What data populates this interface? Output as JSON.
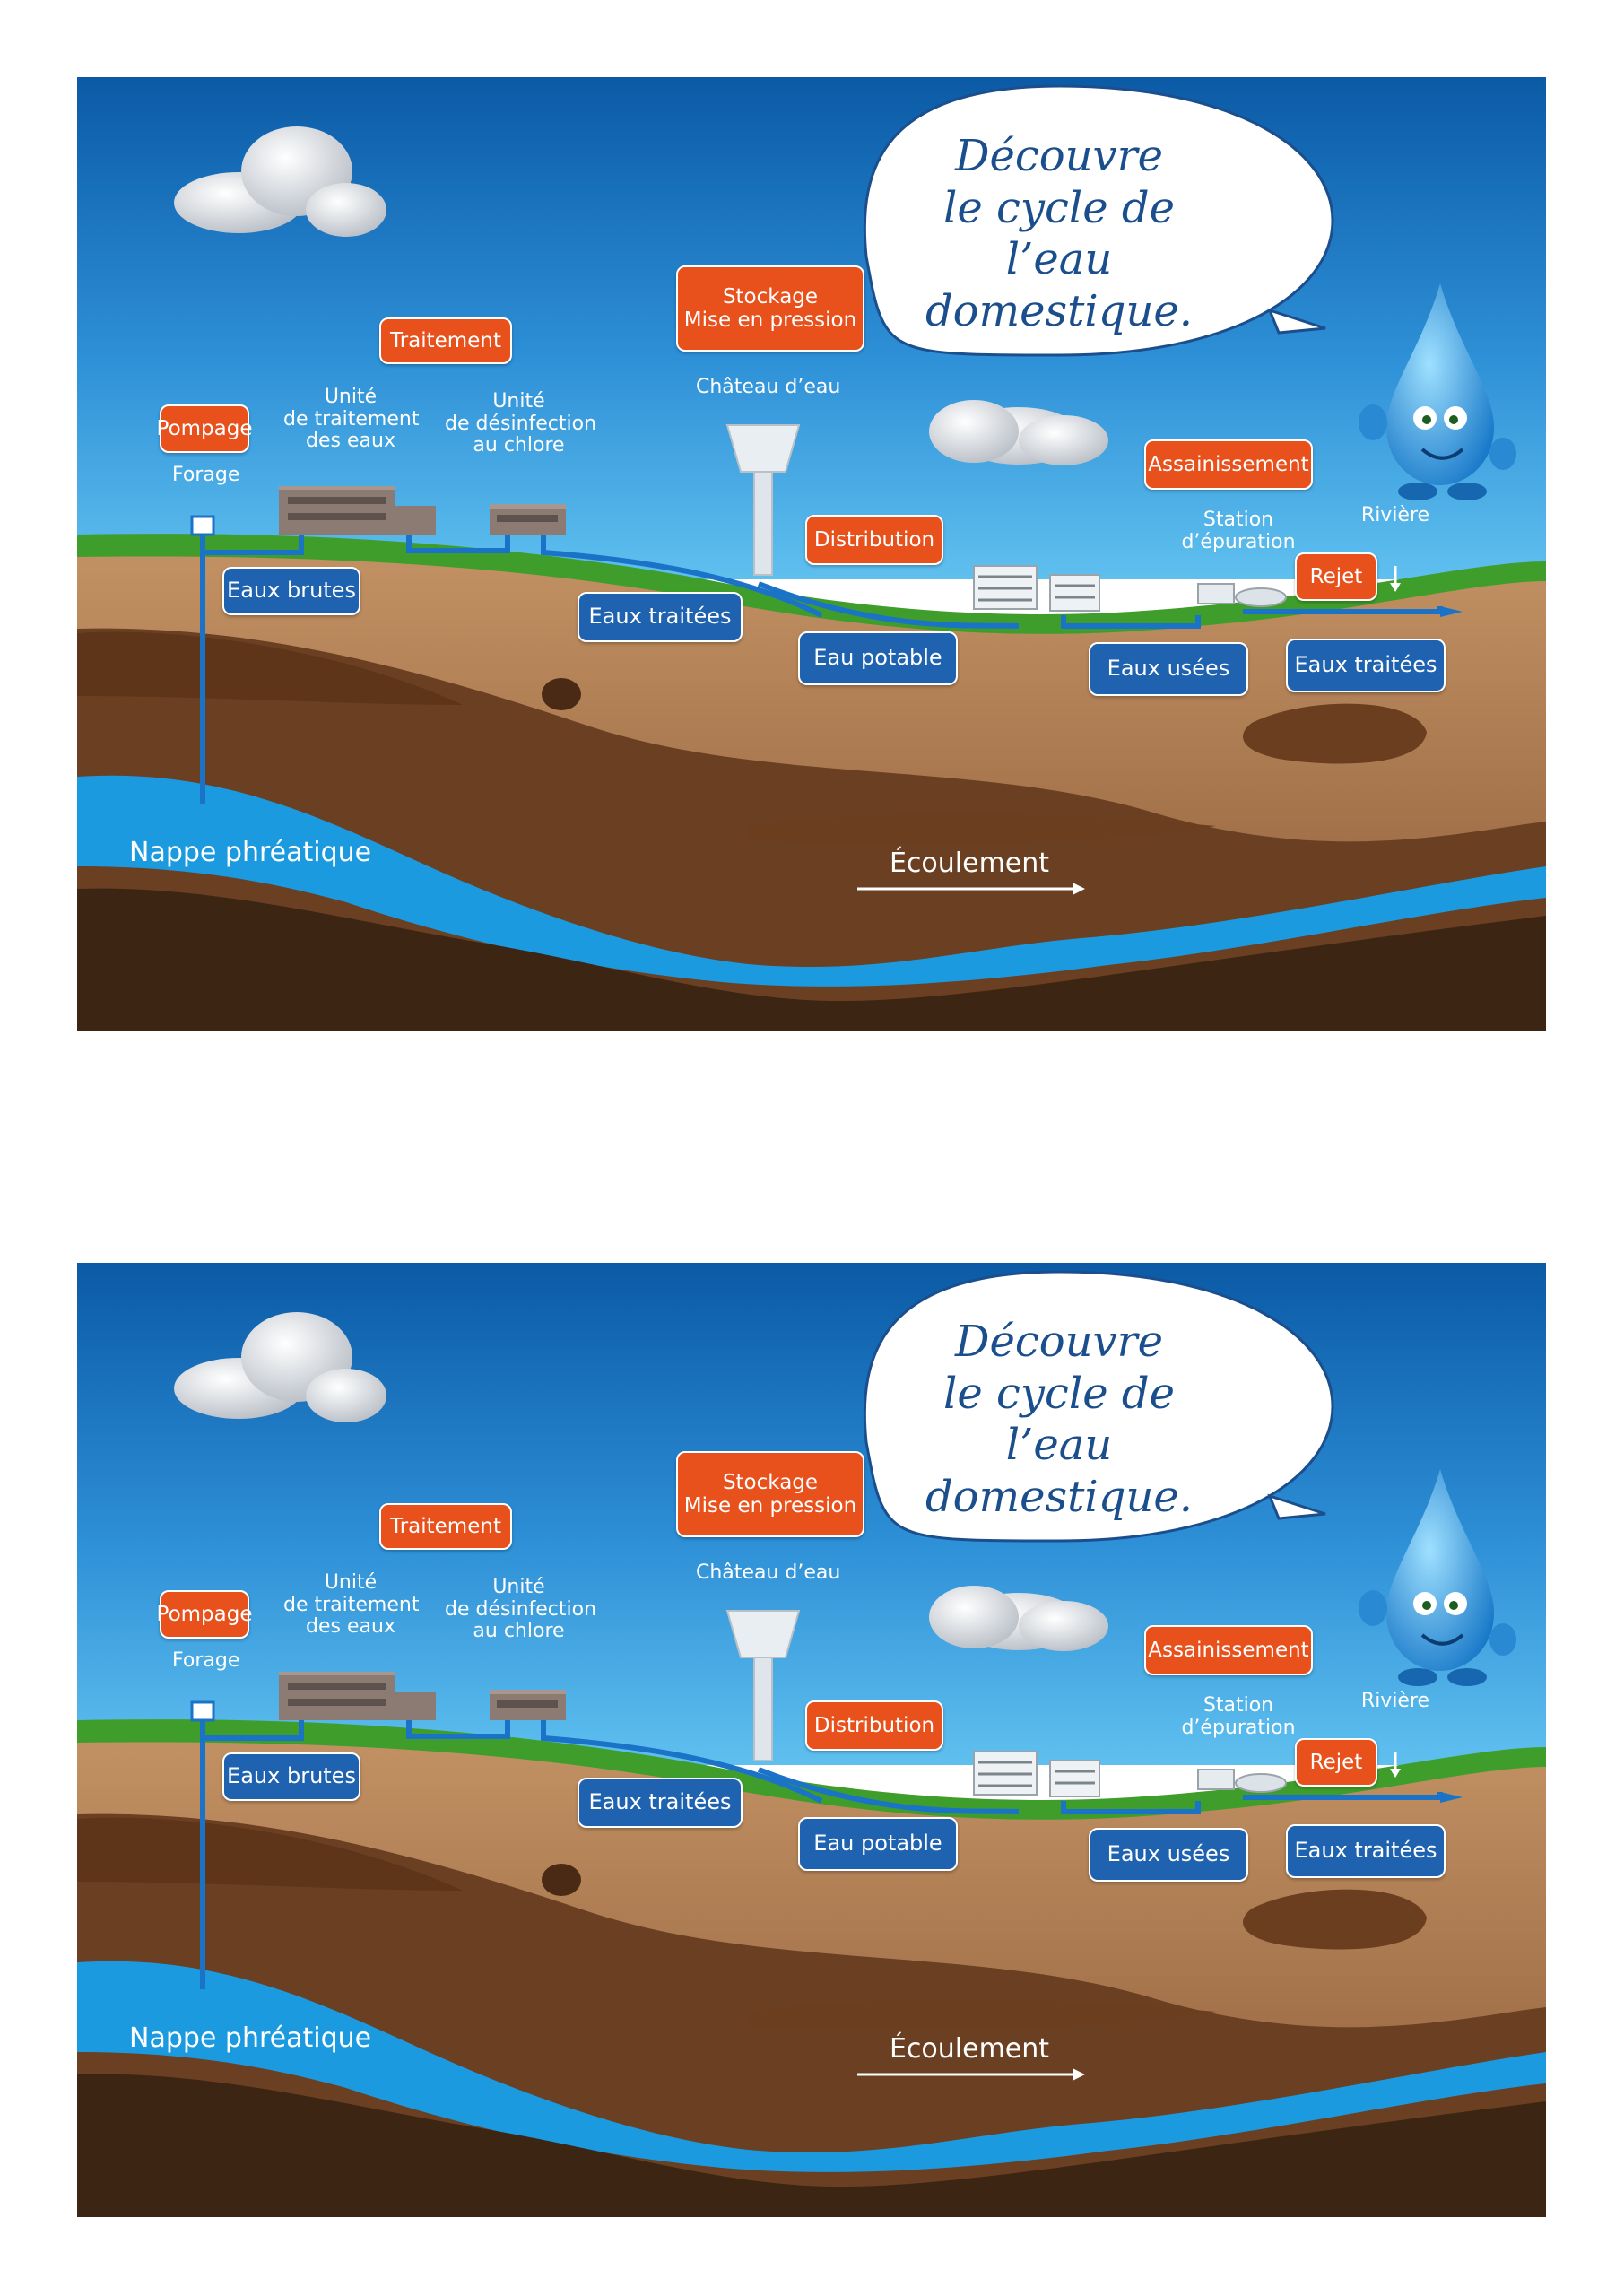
{
  "panels": [
    {
      "bubble": {
        "lines": [
          "Découvre",
          "le cycle de",
          "l’eau domestique."
        ]
      },
      "steps": {
        "pompage": "Pompage",
        "traitement": "Traitement",
        "stockage_line1": "Stockage",
        "stockage_line2": "Mise en pression",
        "distribution": "Distribution",
        "assainissement": "Assainissement",
        "rejet": "Rejet"
      },
      "sites": {
        "forage": "Forage",
        "unite_traitement": [
          "Unité",
          "de traitement",
          "des eaux"
        ],
        "unite_desinfection": [
          "Unité",
          "de désinfection",
          "au chlore"
        ],
        "chateau": "Château d’eau",
        "station": [
          "Station",
          "d’épuration"
        ],
        "riviere": "Rivière",
        "nappe": "Nappe phréatique",
        "ecoulement": "Écoulement"
      },
      "water_types": {
        "eaux_brutes": "Eaux brutes",
        "eaux_traitees_1": "Eaux traitées",
        "eau_potable": "Eau potable",
        "eaux_usees": "Eaux usées",
        "eaux_traitees_2": "Eaux traitées"
      }
    },
    {
      "bubble": {
        "lines": [
          "Découvre",
          "le cycle de",
          "l’eau domestique."
        ]
      },
      "steps": {
        "pompage": "Pompage",
        "traitement": "Traitement",
        "stockage_line1": "Stockage",
        "stockage_line2": "Mise en pression",
        "distribution": "Distribution",
        "assainissement": "Assainissement",
        "rejet": "Rejet"
      },
      "sites": {
        "forage": "Forage",
        "unite_traitement": [
          "Unité",
          "de traitement",
          "des eaux"
        ],
        "unite_desinfection": [
          "Unité",
          "de désinfection",
          "au chlore"
        ],
        "chateau": "Château d’eau",
        "station": [
          "Station",
          "d’épuration"
        ],
        "riviere": "Rivière",
        "nappe": "Nappe phréatique",
        "ecoulement": "Écoulement"
      },
      "water_types": {
        "eaux_brutes": "Eaux brutes",
        "eaux_traitees_1": "Eaux traitées",
        "eau_potable": "Eau potable",
        "eaux_usees": "Eaux usées",
        "eaux_traitees_2": "Eaux traitées"
      }
    }
  ],
  "colors": {
    "sky_top": "#0b5aa6",
    "sky_bottom": "#36a7e2",
    "grass": "#3f9e2b",
    "soil": "#b8875a",
    "soil_dark": "#7a4a2a",
    "water": "#1b9ae0",
    "tag_orange": "#e8501c",
    "tag_blue": "#1f63b0"
  }
}
